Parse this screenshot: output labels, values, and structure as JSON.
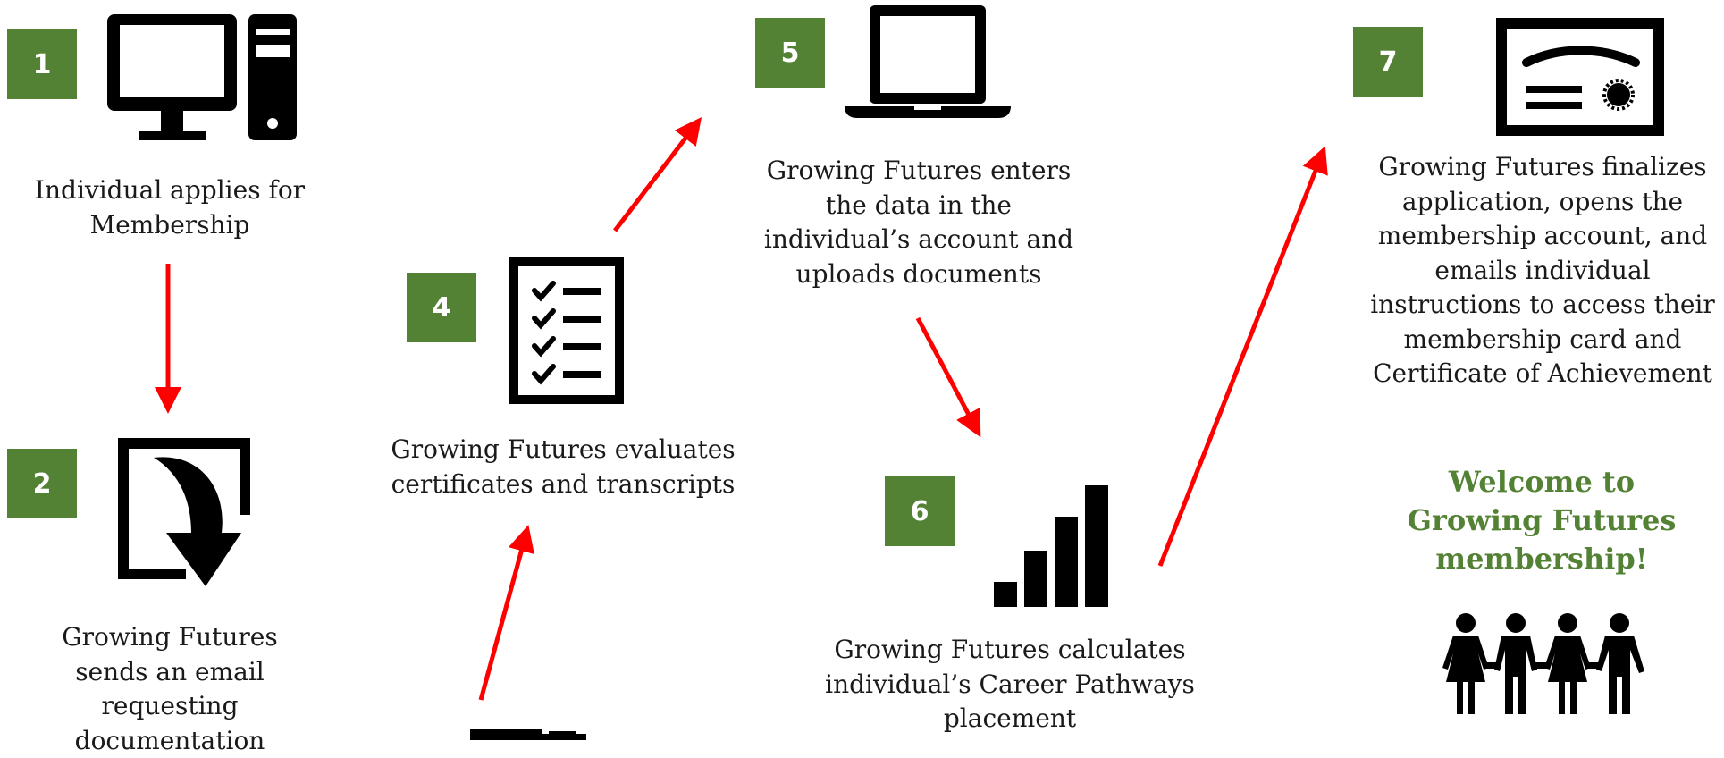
{
  "colors": {
    "badge": "#548235",
    "arrow": "#ff0000",
    "welcome": "#548235",
    "icon": "#000000"
  },
  "steps": [
    {
      "number": "1",
      "icon": "desktop-computer-icon",
      "text": "Individual applies for Membership"
    },
    {
      "number": "2",
      "icon": "email-reply-arrow-icon",
      "text": "Growing Futures sends an email requesting documentation"
    },
    {
      "icon": "document-printer-icon"
    },
    {
      "number": "4",
      "icon": "checklist-icon",
      "text": "Growing Futures evaluates certificates and transcripts"
    },
    {
      "number": "5",
      "icon": "laptop-icon",
      "text": "Growing Futures enters the data in the individual’s account and uploads documents"
    },
    {
      "number": "6",
      "icon": "bar-chart-icon",
      "text": "Growing Futures calculates individual’s Career Pathways placement"
    },
    {
      "number": "7",
      "icon": "certificate-icon",
      "text": "Growing Futures finalizes application, opens the membership account, and emails individual instructions to access their membership card and Certificate of Achievement"
    }
  ],
  "welcome": "Welcome to Growing Futures membership!",
  "people_icon": "group-people-icon"
}
